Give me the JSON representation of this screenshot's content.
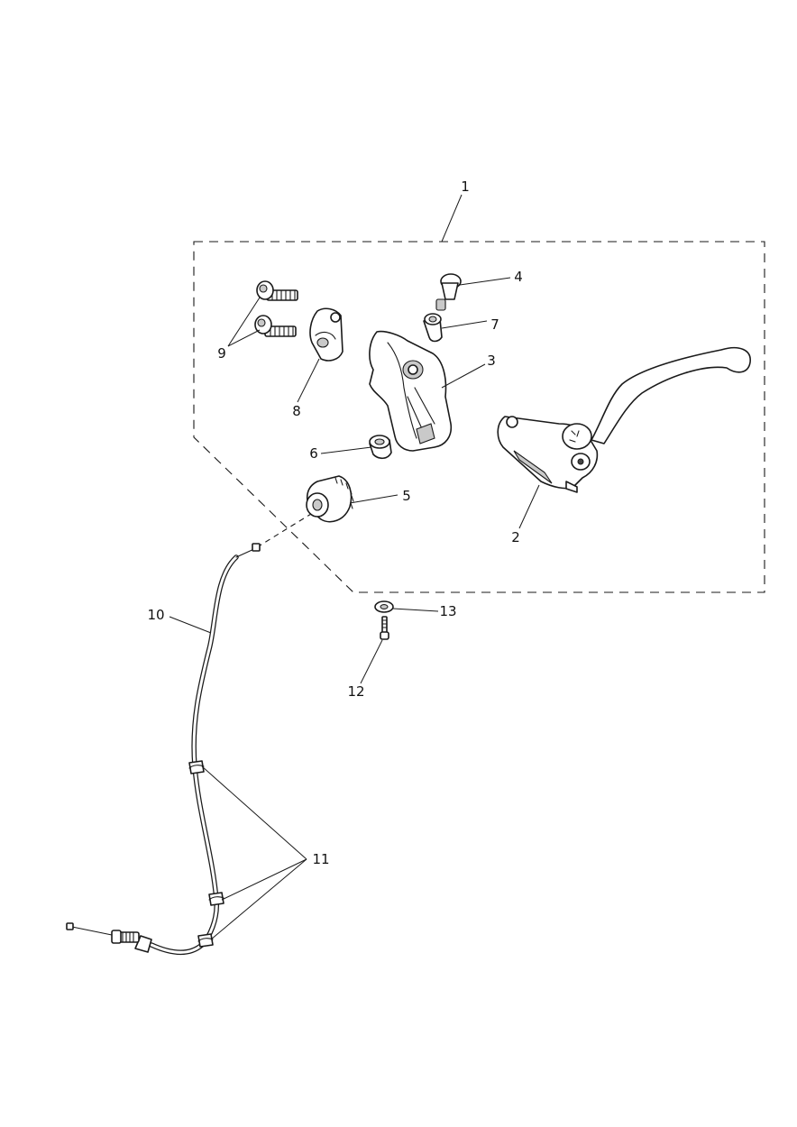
{
  "diagram": {
    "callouts": [
      "1",
      "2",
      "3",
      "4",
      "5",
      "6",
      "7",
      "8",
      "9",
      "10",
      "11",
      "12",
      "13"
    ]
  },
  "colors": {
    "line": "#1a1a1a",
    "background": "#ffffff",
    "shade": "#c9c9c9"
  }
}
